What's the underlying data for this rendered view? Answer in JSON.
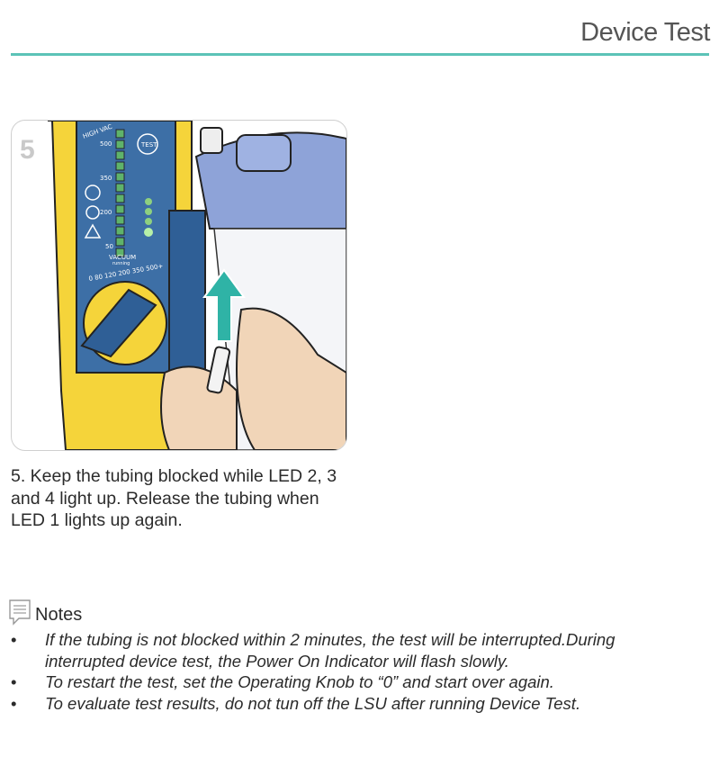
{
  "header": {
    "title": "Device Test"
  },
  "figure": {
    "step_number": "5",
    "panel_labels": {
      "high_vac": "HIGH VAC",
      "test": "TEST",
      "scale": [
        "500",
        "350",
        "200",
        "50"
      ],
      "vacuum": "VACUUM",
      "running": "running",
      "knob_scale": "0  80  120  200  350  500+"
    }
  },
  "instruction": {
    "text": "5. Keep the tubing blocked while LED 2, 3 and 4 light up. Release the tubing when LED 1 lights up again."
  },
  "notes": {
    "title": "Notes",
    "items": [
      "If the tubing is not blocked within 2 minutes, the test will be interrupted.During interrupted device test, the Power On Indicator will flash slowly.",
      "To restart the test, set the Operating Knob to “0” and start over again.",
      "To evaluate test results, do not tun off the LSU after running Device Test."
    ]
  },
  "colors": {
    "accent": "#5cc3b7",
    "device_yellow": "#f5d43a",
    "device_blue": "#3d6fa6",
    "arrow_teal": "#2fb3a6"
  }
}
